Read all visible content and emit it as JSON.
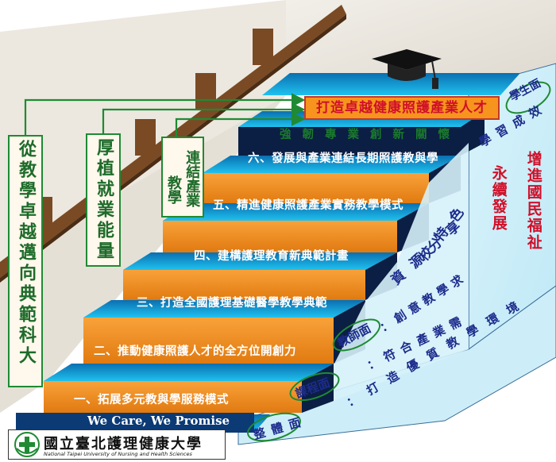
{
  "pillars": [
    {
      "text": "從教學卓越邁向典範科大"
    },
    {
      "text": "厚植就業能量"
    },
    {
      "col1": "連結產業",
      "col2": "教學"
    }
  ],
  "goal": "打造卓越健康照護產業人才",
  "subgoal": "強韌專業創新關懷",
  "steps": [
    {
      "label": "一、拓展多元教與學服務模式"
    },
    {
      "label": "二、推動健康照護人才的全方位開創力"
    },
    {
      "label": "三、打造全國護理基礎醫學教學典範"
    },
    {
      "label": "四、建構護理教育新典範計畫"
    },
    {
      "label": "五、精進健康照護產業實務教學模式"
    },
    {
      "label": "六、發展與產業連結長期照護教與學"
    }
  ],
  "slogan": "We Care, We Promise",
  "logo": {
    "name": "國立臺北護理健康大學",
    "english": "National Taipei University of Nursing and Health Sciences"
  },
  "aspects": {
    "student": {
      "tag": "學生面",
      "text": "學習成效"
    },
    "resource": {
      "tag": "資源分享",
      "text": "校特色"
    },
    "teacher": {
      "tag": "教師面",
      "text": "：創意教學求"
    },
    "teacher2": {
      "text": "：符合產業需"
    },
    "course": {
      "tag": "課程面",
      "text": "：打造優質教學環境"
    },
    "whole": {
      "tag": "整體面"
    }
  },
  "right_panel": {
    "col1": "永續發展",
    "col2": "增進國民福祉"
  },
  "colors": {
    "step_front": "#f7941d",
    "step_top": "#14b4e8",
    "step_side": "#0b1e44",
    "pillar_border": "#1f8a33",
    "goal_text": "#d0102a"
  }
}
